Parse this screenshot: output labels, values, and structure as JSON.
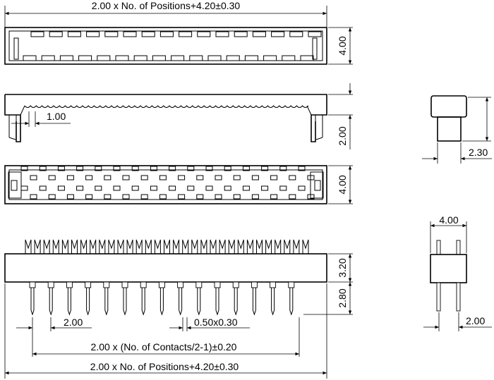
{
  "dimensions": {
    "top_width": "2.00 x No. of Positions+4.20±0.30",
    "top_height": "4.00",
    "side_pitch": "1.00",
    "side_height": "2.00",
    "end_width": "2.30",
    "bottom_height": "4.00",
    "body_height": "3.20",
    "pin_tail": "2.80",
    "pitch": "2.00",
    "pin_size": "0.50x0.30",
    "contacts_span": "2.00 x (No. of Contacts/2-1)±0.20",
    "bottom_width": "2.00 x No. of Positions+4.20±0.30",
    "front_width": "4.00",
    "front_pitch": "2.00"
  }
}
